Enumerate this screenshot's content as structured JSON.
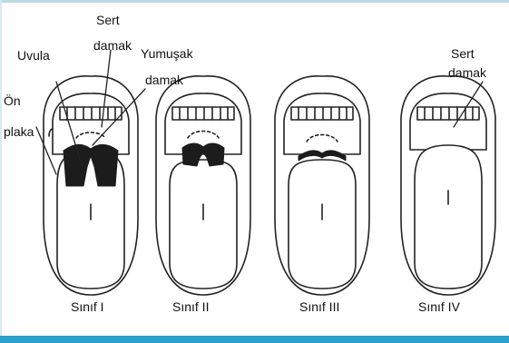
{
  "labels": {
    "sert_damak_line1": "Sert",
    "sert_damak_line2": "damak",
    "uvula": "Uvula",
    "yumusak_damak_line1": "Yumuşak",
    "yumusak_damak_line2": "damak",
    "on_plaka_line1": "Ön",
    "on_plaka_line2": "plaka",
    "sert_damak_right_line1": "Sert",
    "sert_damak_right_line2": "damak"
  },
  "captions": [
    "Sınıf I",
    "Sınıf II",
    "Sınıf III",
    "Sınıf IV"
  ],
  "colors": {
    "bottom_bar": "#2aa2c9",
    "shading": "#1c1c1c",
    "outline": "#222222"
  }
}
